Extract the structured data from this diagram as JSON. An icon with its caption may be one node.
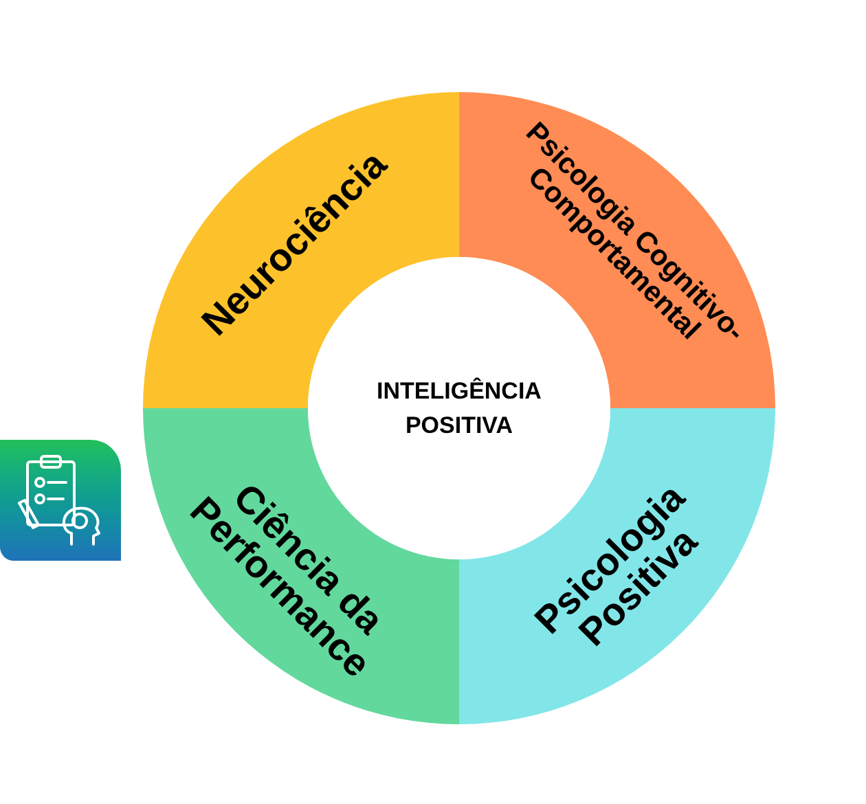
{
  "diagram": {
    "nodes": [
      {
        "text": [
          "Neurociência"
        ]
      },
      {
        "text": [
          "Psicologia Cognitivo-Comportamental"
        ]
      },
      {
        "text": [
          "INTELIGÊNCIA POSITIVA"
        ]
      },
      {
        "text": [
          "Ciência da Performance"
        ]
      },
      {
        "text": [
          "Psicologia Positiva"
        ]
      }
    ]
  }
}
